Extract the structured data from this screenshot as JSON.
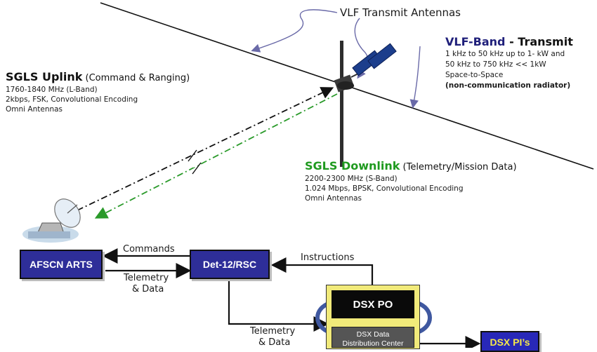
{
  "callouts": {
    "vlf_antennas": "VLF Transmit Antennas"
  },
  "vlf_band": {
    "title": "VLF-Band",
    "title_suffix": " - Transmit",
    "lines": [
      "1 kHz to 50 kHz up to 1- kW and",
      "50 kHz to 750 kHz << 1kW",
      "Space-to-Space"
    ],
    "note": "(non-communication radiator)"
  },
  "sgls_uplink": {
    "title": "SGLS Uplink",
    "subtitle": " (Command & Ranging)",
    "lines": [
      "1760-1840 MHz (L-Band)",
      "2kbps, FSK, Convolutional Encoding",
      "Omni Antennas"
    ]
  },
  "sgls_downlink": {
    "title": "SGLS Downlink",
    "subtitle": " (Telemetry/Mission Data)",
    "lines": [
      "2200-2300 MHz (S-Band)",
      "1.024 Mbps, BPSK, Convolutional Encoding",
      "Omni Antennas"
    ]
  },
  "nodes": {
    "afscn": "AFSCN ARTS",
    "det12": "Det-12/RSC",
    "dsx_po": "DSX PO",
    "dsx_ddc_1": "DSX Data",
    "dsx_ddc_2": "Distribution Center",
    "dsx_pis": "DSX PI’s"
  },
  "links": {
    "commands": "Commands",
    "telemetry_data_1a": "Telemetry",
    "telemetry_data_1b": "& Data",
    "instructions": "Instructions",
    "telemetry_data_2a": "Telemetry",
    "telemetry_data_2b": "& Data"
  },
  "colors": {
    "box_fill": "#2e2e99",
    "uplink_line": "#111111",
    "downlink_line": "#2a9a2a",
    "callout_line": "#6a6aa8",
    "dsx_frame": "#f1ea7a"
  }
}
